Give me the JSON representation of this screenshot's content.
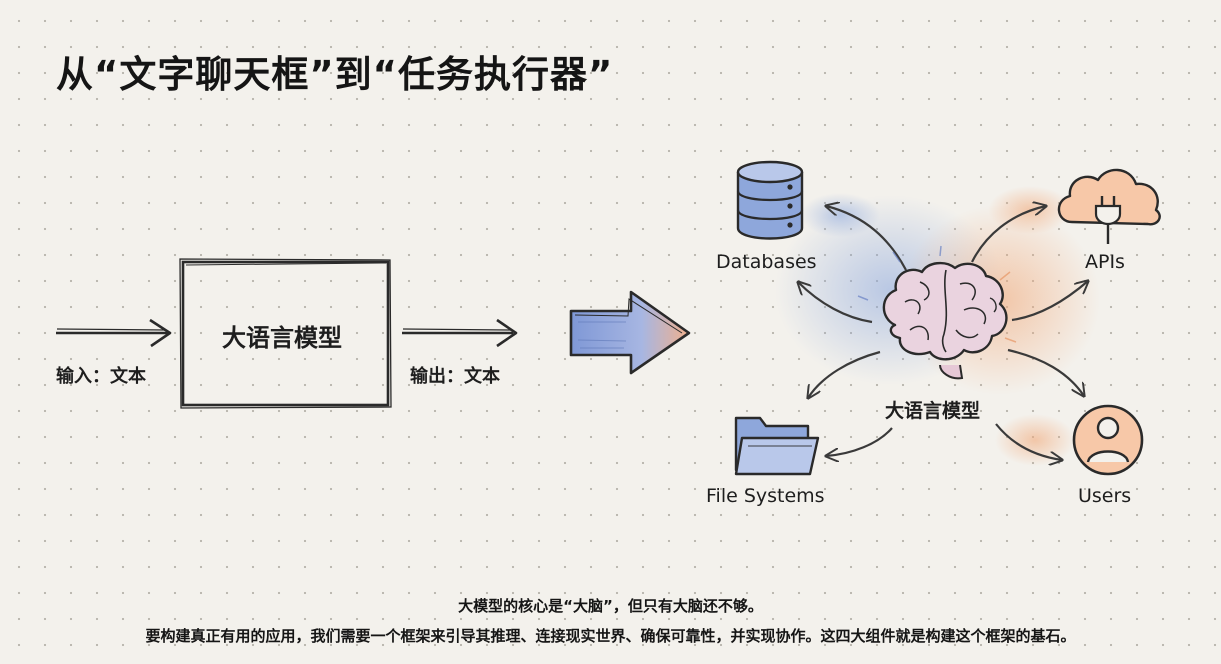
{
  "title": "从“文字聊天框”到“任务执行器”",
  "left": {
    "input_label": "输入：文本",
    "box_label": "大语言模型",
    "output_label": "输出：文本"
  },
  "hub": {
    "label": "大语言模型",
    "icon": "brain-icon",
    "nodes": [
      {
        "label": "Databases",
        "icon": "database-icon"
      },
      {
        "label": "APIs",
        "icon": "cloud-plug-icon"
      },
      {
        "label": "File Systems",
        "icon": "folder-icon"
      },
      {
        "label": "Users",
        "icon": "user-icon"
      }
    ]
  },
  "colors": {
    "ink": "#2a2a2a",
    "blue": "#8aa6dd",
    "orange": "#f2a97a",
    "background": "#f3f1ec"
  },
  "caption": {
    "line1": "大模型的核心是“大脑”，但只有大脑还不够。",
    "line2": "要构建真正有用的应用，我们需要一个框架来引导其推理、连接现实世界、确保可靠性，并实现协作。这四大组件就是构建这个框架的基石。"
  }
}
